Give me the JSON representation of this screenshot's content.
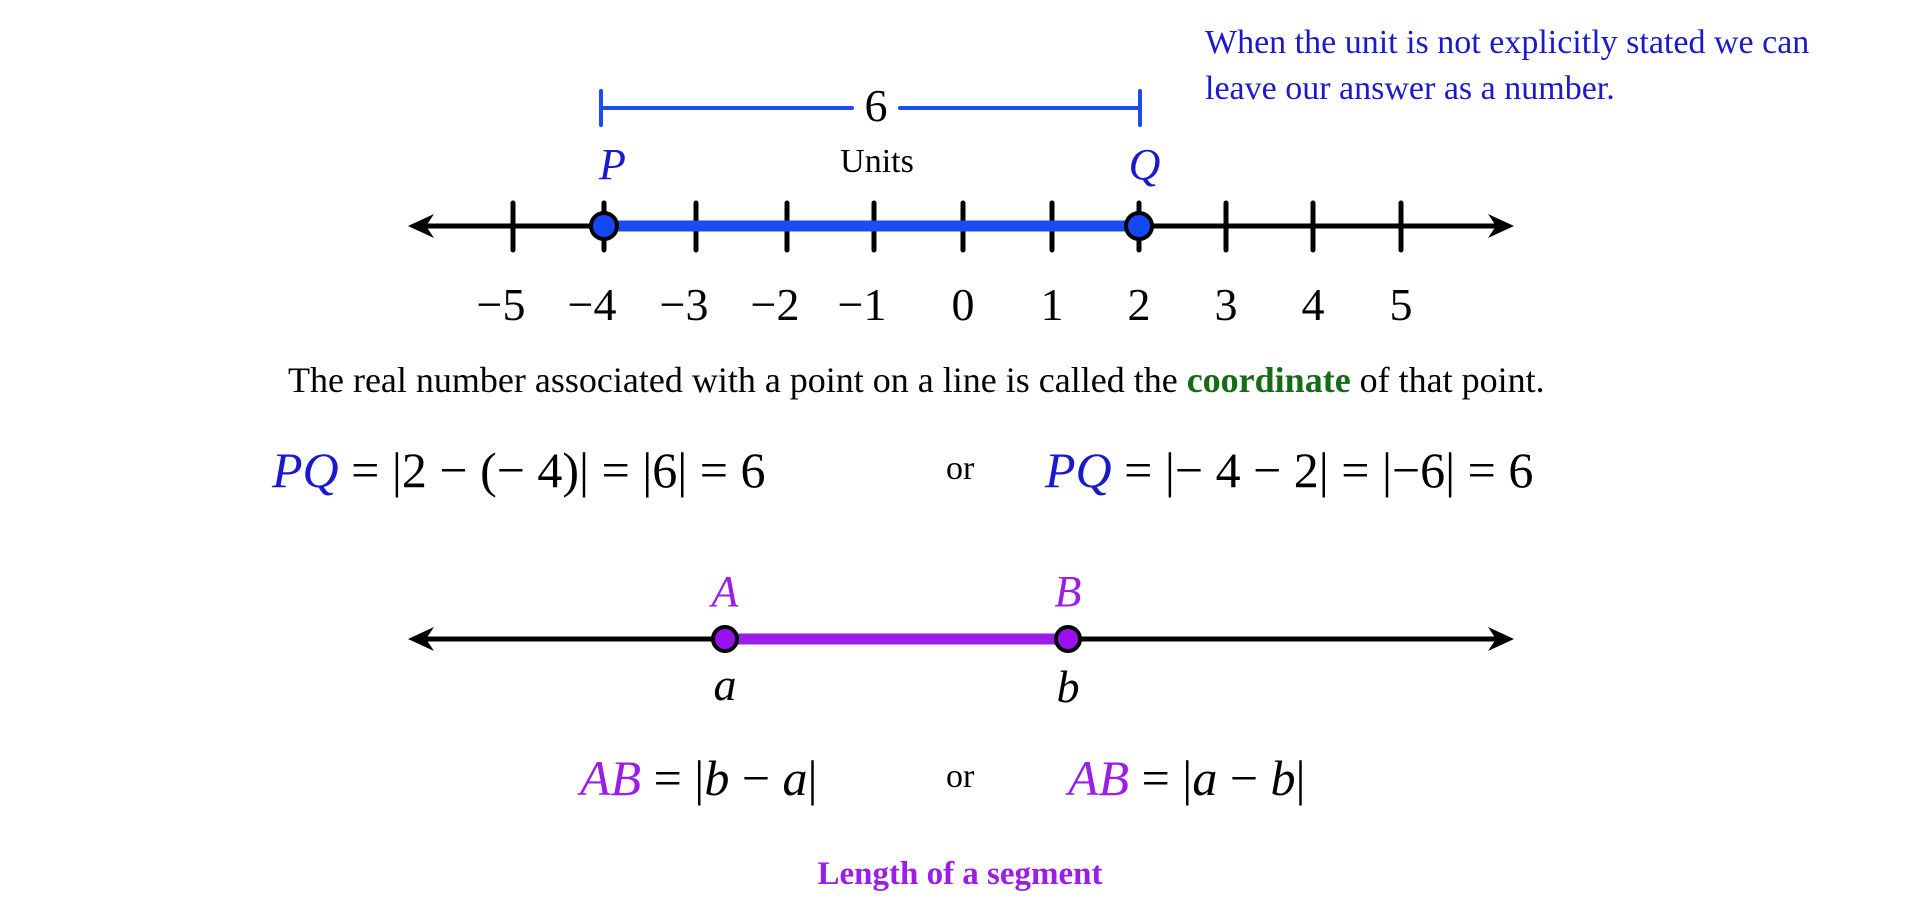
{
  "note": {
    "line1": "When the unit is not explicitly stated we can",
    "line2": "leave our answer as a number."
  },
  "number_line_1": {
    "distance_label": "6",
    "units_label": "Units",
    "point_p_label": "P",
    "point_q_label": "Q",
    "point_p_coordinate": -4,
    "point_q_coordinate": 2,
    "tick_labels": [
      "−5",
      "−4",
      "−3",
      "−2",
      "−1",
      "0",
      "1",
      "2",
      "3",
      "4",
      "5"
    ],
    "segment_color": "#1a4cf0",
    "bracket_color": "#1a4cf0"
  },
  "definition": {
    "before": "The real number associated with a point on a line is called the ",
    "keyword": "coordinate",
    "after": " of that point.",
    "keyword_color": "#166b16"
  },
  "pq_equations": {
    "left": {
      "lhs": "PQ",
      "rhs": "= |2 − (− 4)| = |6| = 6"
    },
    "connector": "or",
    "right": {
      "lhs": "PQ",
      "rhs": "= |− 4 − 2| = |−6| = 6"
    }
  },
  "number_line_2": {
    "point_a_label": "A",
    "point_b_label": "B",
    "coord_a_label": "a",
    "coord_b_label": "b",
    "segment_color": "#9a1ee6"
  },
  "ab_equations": {
    "left": {
      "lhs": "AB",
      "eq": "= |",
      "v1": "b",
      "op": " − ",
      "v2": "a",
      "close": "|"
    },
    "connector": "or",
    "right": {
      "lhs": "AB",
      "eq": "= |",
      "v1": "a",
      "op": " − ",
      "v2": "b",
      "close": "|"
    }
  },
  "title": "Length of a segment"
}
